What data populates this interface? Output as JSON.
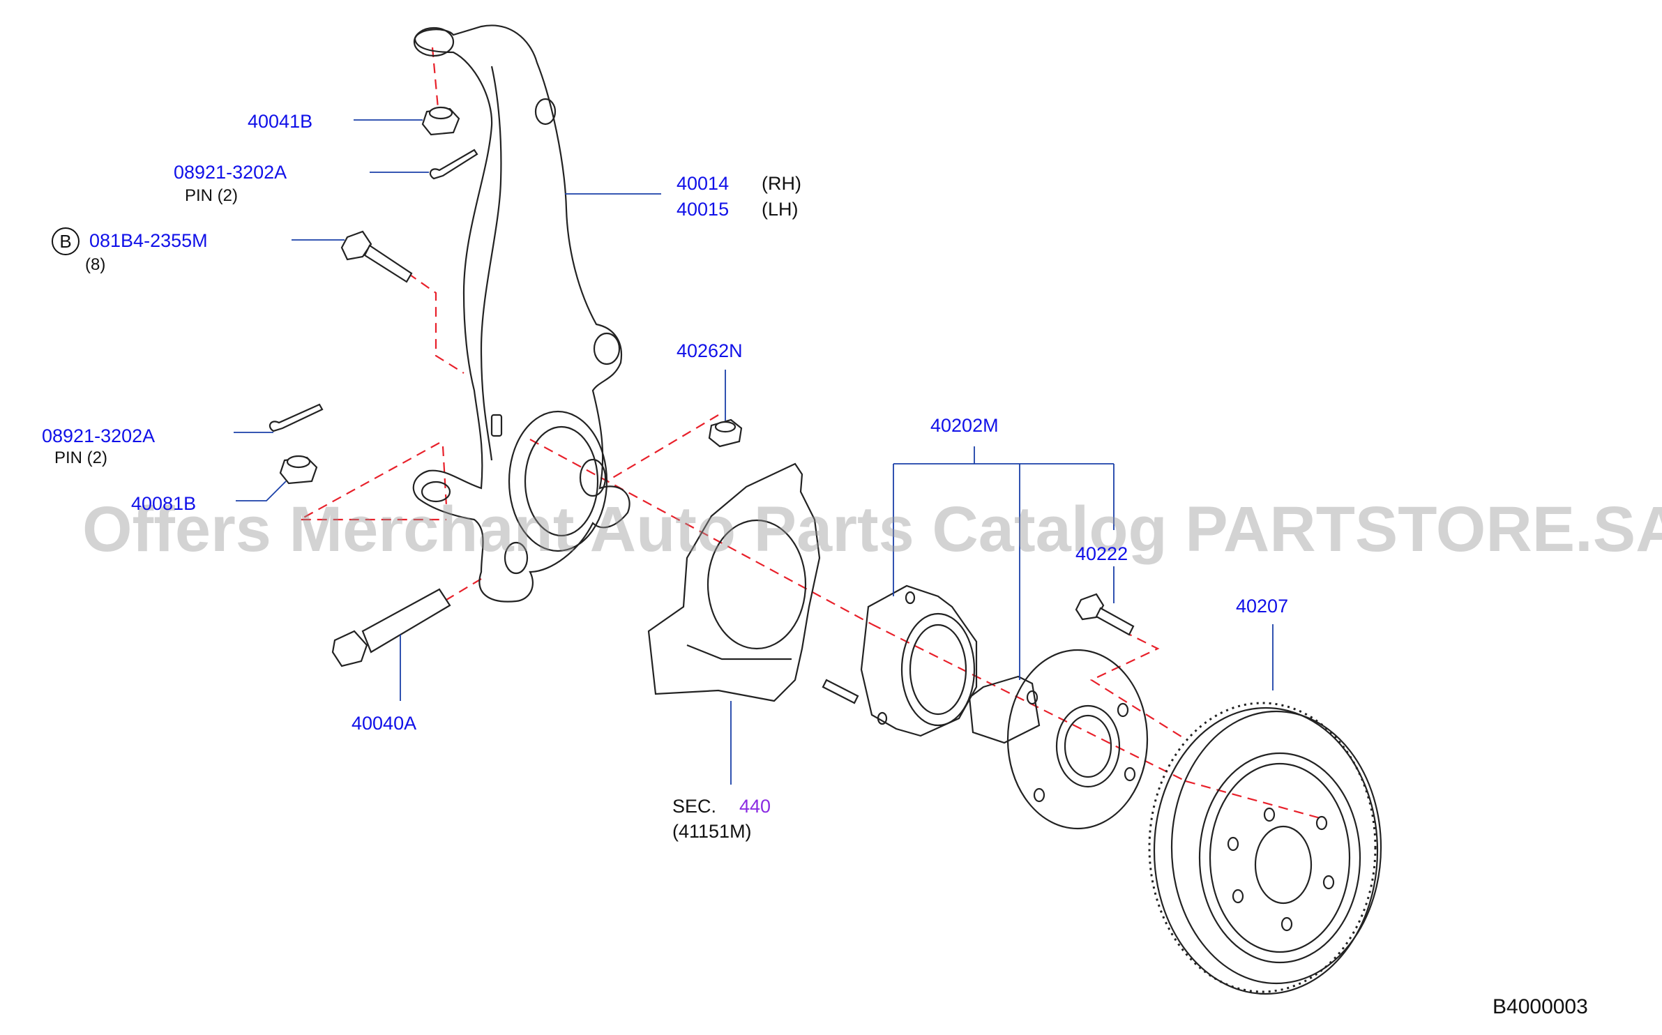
{
  "parts": {
    "p40041B": "40041B",
    "p08921_top": "08921-3202A",
    "pin_top": "PIN  (2)",
    "circle_b": "B",
    "p081B4": "081B4-2355M",
    "qty8": "(8)",
    "p40014": "40014",
    "rh": "(RH)",
    "p40015": "40015",
    "lh": "(LH)",
    "p40262N": "40262N",
    "p08921_mid": "08921-3202A",
    "pin_mid": "PIN  (2)",
    "p40081B": "40081B",
    "p40202M": "40202M",
    "p40222": "40222",
    "p40207": "40207",
    "p40040A": "40040A",
    "sec_prefix": "SEC.",
    "sec_num": "440",
    "sec_sub": "(41151M)",
    "diagram_code": "B4000003"
  },
  "watermark": "Offers Merchant Auto Parts Catalog PARTSTORE.SA",
  "colors": {
    "label_blue": "#1010e8",
    "section_purple": "#8a2be2",
    "leader_line": "#1a3fa8",
    "dash_red": "#e8202a",
    "outline": "#222222"
  }
}
